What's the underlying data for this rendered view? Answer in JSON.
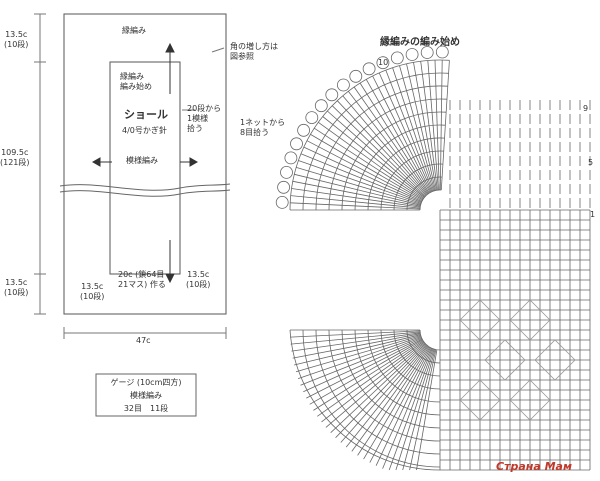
{
  "schematic": {
    "edging_top": "縁編み",
    "edging_start_line1": "縁編み",
    "edging_start_line2": "編み始め",
    "shawl_title": "ショール",
    "hook_size": "4/0号かぎ針",
    "pattern_stitch": "模様編み",
    "corner_note_line1": "角の増し方は",
    "corner_note_line2": "図参照",
    "rows_pickup_line1": "20段から",
    "rows_pickup_line2": "1模様",
    "rows_pickup_line3": "拾う",
    "chain_note_line1": "20c (鎖64目",
    "chain_note_line2": "21マス) 作る",
    "dim_top": "13.5c",
    "dim_top_rows": "(10段)",
    "dim_middle": "109.5c",
    "dim_middle_rows": "(121段)",
    "dim_bottom": "13.5c",
    "dim_bottom_rows": "(10段)",
    "dim_bottom_left": "13.5c",
    "dim_bottom_left_rows": "(10段)",
    "dim_bottom_right": "13.5c",
    "dim_bottom_right_rows": "(10段)",
    "dim_width": "47c"
  },
  "gauge": {
    "title": "ゲージ (10cm四方)",
    "stitch": "模様編み",
    "values": "32目　11段"
  },
  "chart": {
    "title": "縁編みの編み始め",
    "row_label_10": "10",
    "net_pickup_line1": "1ネットから",
    "net_pickup_line2": "8目拾う",
    "row_9": "9",
    "row_5": "5",
    "row_1": "1"
  },
  "watermark": "Страна Мам"
}
